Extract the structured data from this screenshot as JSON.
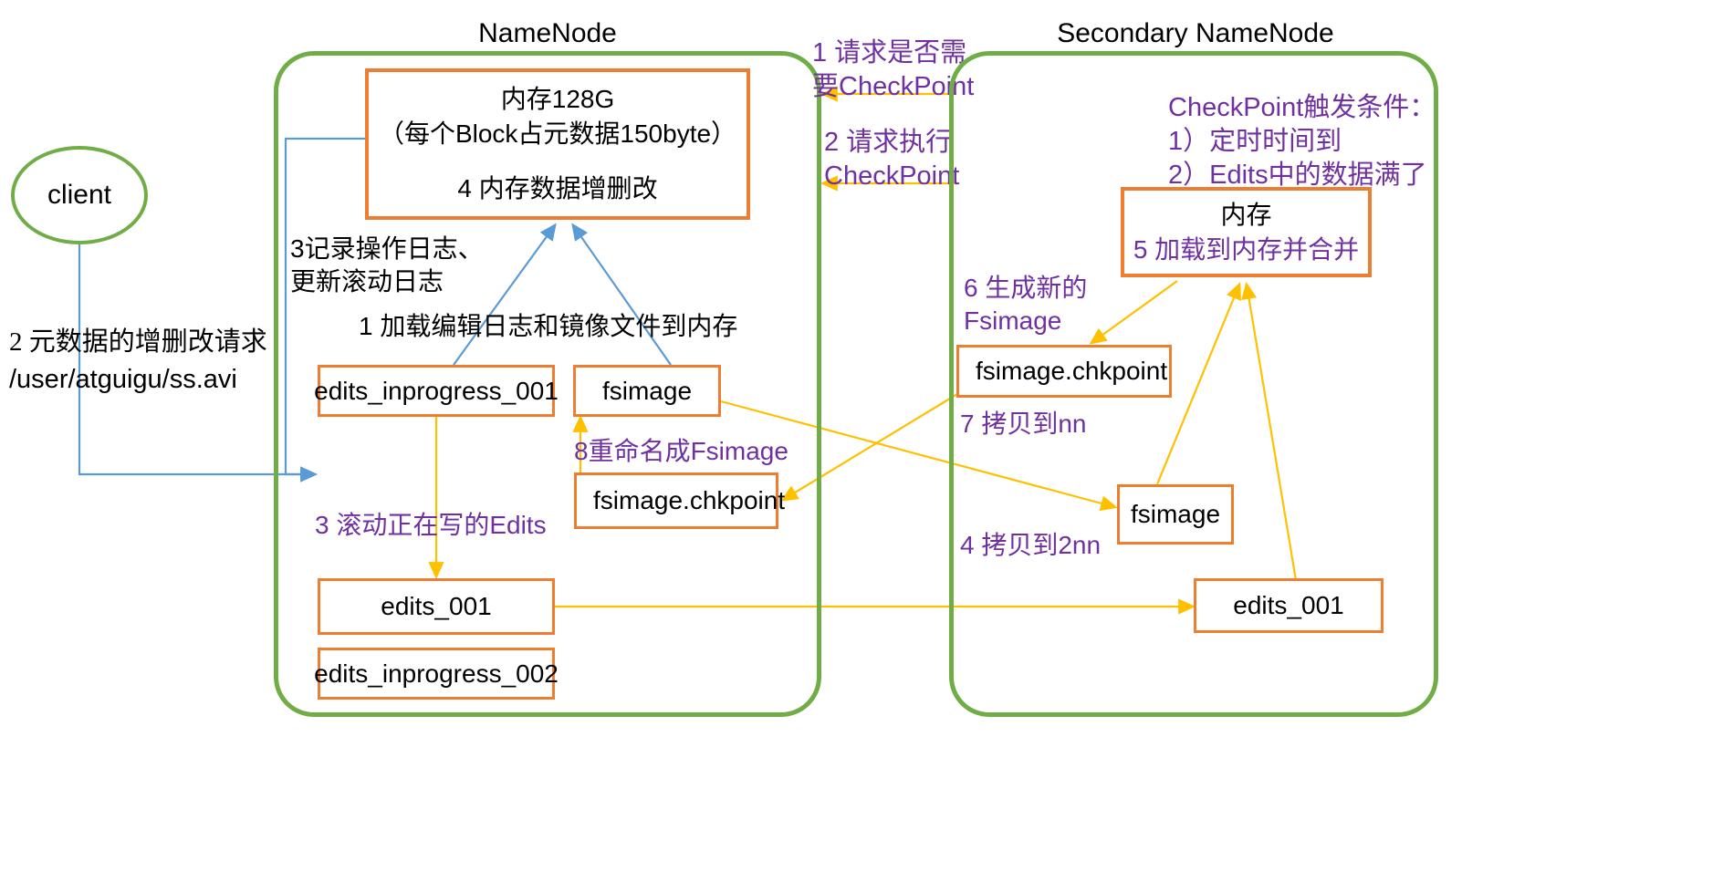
{
  "diagram": {
    "title": "HDFS NameNode and Secondary NameNode CheckPoint workflow",
    "colors": {
      "panel_border": "#70ad47",
      "box_border": "#ed7d31",
      "annotation_purple": "#7030a0",
      "arrow_orange": "#ffc000",
      "arrow_blue": "#5b9bd5",
      "text_black": "#000000",
      "background": "#ffffff"
    }
  },
  "client": {
    "label": "client"
  },
  "client_request": {
    "line1": "2 元数据的增删改请求",
    "line2": "/user/atguigu/ss.avi"
  },
  "namenode": {
    "title": "NameNode",
    "memory_box": {
      "line1": "内存128G",
      "line2": "（每个Block占元数据150byte）",
      "line3": "4 内存数据增删改"
    },
    "annotations": [
      {
        "id": "log-note",
        "text": "3记录操作日志、\n更新滚动日志"
      },
      {
        "id": "load-note",
        "text": "1 加载编辑日志和镜像文件到内存"
      },
      {
        "id": "roll-edits",
        "text": "3 滚动正在写的Edits"
      },
      {
        "id": "rename-fsimage",
        "text": "8重命名成Fsimage"
      }
    ],
    "boxes": [
      {
        "id": "edits-inprogress-001",
        "label": "edits_inprogress_001"
      },
      {
        "id": "fsimage",
        "label": "fsimage"
      },
      {
        "id": "fsimage-chkpoint",
        "label": "fsimage.chkpoint"
      },
      {
        "id": "edits-001",
        "label": "edits_001"
      },
      {
        "id": "edits-inprogress-002",
        "label": "edits_inprogress_002"
      }
    ]
  },
  "between": {
    "request_checkpoint": "1 请求是否需\n要CheckPoint",
    "execute_checkpoint": "2 请求执行\nCheckPoint"
  },
  "secondary_namenode": {
    "title": "Secondary NameNode",
    "trigger_note": "CheckPoint触发条件：\n1）定时时间到\n2）Edits中的数据满了",
    "memory_box": {
      "line1": "内存",
      "line2": "5 加载到内存并合并"
    },
    "annotations": [
      {
        "id": "new-fsimage",
        "text": "6 生成新的\nFsimage"
      },
      {
        "id": "copy-to-nn",
        "text": "7 拷贝到nn"
      },
      {
        "id": "copy-to-2nn",
        "text": "4 拷贝到2nn"
      }
    ],
    "boxes": [
      {
        "id": "sec-fsimage-chkpoint",
        "label": "fsimage.chkpoint"
      },
      {
        "id": "sec-fsimage",
        "label": "fsimage"
      },
      {
        "id": "sec-edits-001",
        "label": "edits_001"
      }
    ]
  }
}
